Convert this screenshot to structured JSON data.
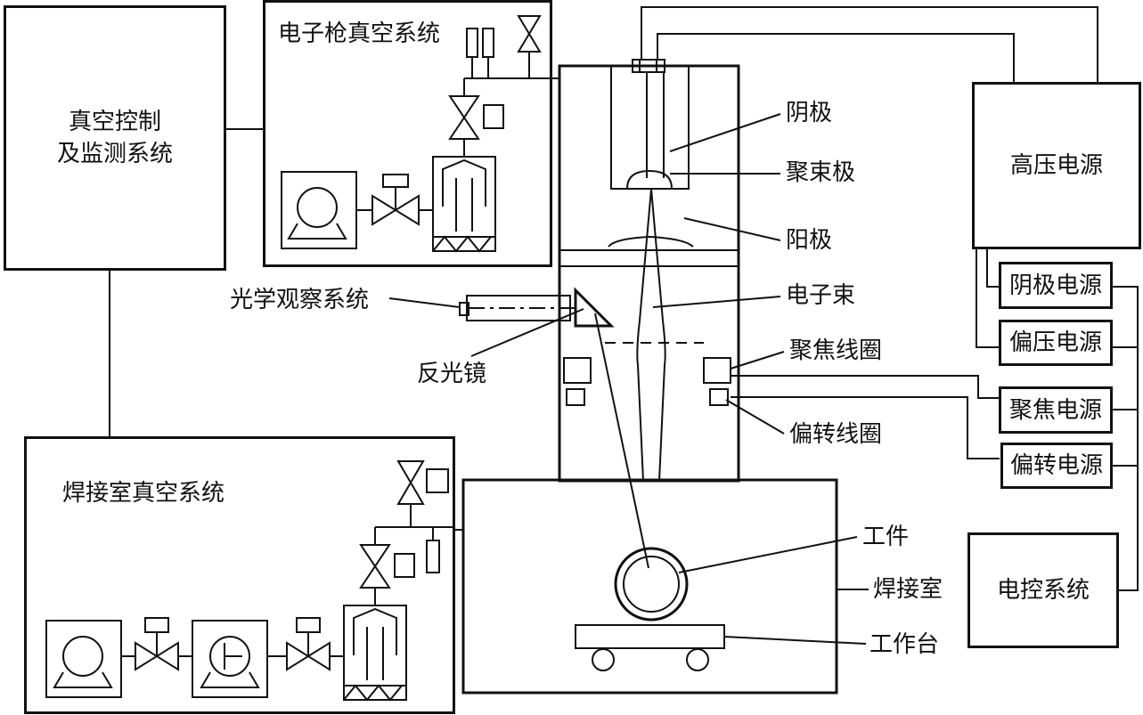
{
  "blocks": {
    "vacuum_control": [
      "真空控制",
      "及监测系统"
    ],
    "gun_vacuum": "电子枪真空系统",
    "chamber_vacuum": "焊接室真空系统",
    "hv_power": "高压电源",
    "cathode_power": "阴极电源",
    "bias_power": "偏压电源",
    "focus_power": "聚焦电源",
    "deflect_power": "偏转电源",
    "electric_control": "电控系统"
  },
  "callouts": {
    "cathode": "阴极",
    "focus_electrode": "聚束极",
    "anode": "阳极",
    "beam": "电子束",
    "focus_coil": "聚焦线圈",
    "deflect_coil": "偏转线圈",
    "workpiece": "工件",
    "chamber": "焊接室",
    "table": "工作台",
    "optical": "光学观察系统",
    "mirror": "反光镜"
  }
}
